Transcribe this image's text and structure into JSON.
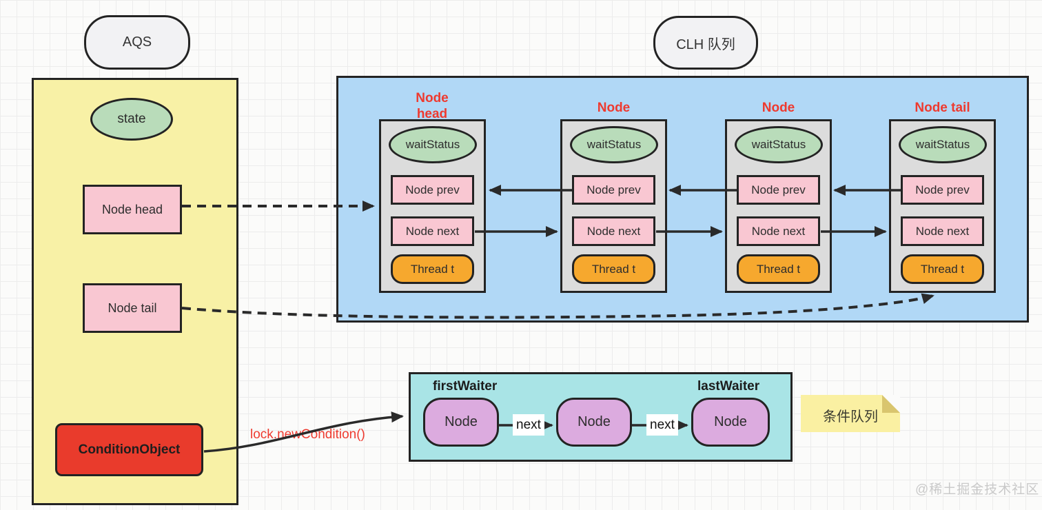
{
  "aqs": {
    "title": "AQS",
    "state_label": "state",
    "head_label": "Node head",
    "tail_label": "Node tail",
    "condition_label": "ConditionObject"
  },
  "clh": {
    "title": "CLH 队列",
    "cards": [
      {
        "label": "Node head",
        "wait_status": "waitStatus",
        "prev": "Node prev",
        "next": "Node next",
        "thread": "Thread t"
      },
      {
        "label": "Node",
        "wait_status": "waitStatus",
        "prev": "Node prev",
        "next": "Node next",
        "thread": "Thread t"
      },
      {
        "label": "Node",
        "wait_status": "waitStatus",
        "prev": "Node prev",
        "next": "Node next",
        "thread": "Thread t"
      },
      {
        "label": "Node tail",
        "wait_status": "waitStatus",
        "prev": "Node prev",
        "next": "Node next",
        "thread": "Thread t"
      }
    ]
  },
  "condition_queue": {
    "call_label": "lock.newCondition()",
    "first_waiter": "firstWaiter",
    "last_waiter": "lastWaiter",
    "nodes": [
      "Node",
      "Node",
      "Node"
    ],
    "edge": "next",
    "note": "条件队列"
  },
  "watermark": "@稀土掘金技术社区",
  "colors": {
    "stroke": "#232323",
    "yellow": "#f8f1a6",
    "blue": "#b1d8f6",
    "cyan": "#a9e4e6",
    "card-gray": "#dcdcdc",
    "green": "#b9dcba",
    "pink": "#f9c7d2",
    "orange": "#f6a82e",
    "purple": "#dcabdf",
    "red-fill": "#e93b2c",
    "red-text": "#ee3a2f",
    "pill-fill": "#f2f2f4",
    "note-yellow": "#faf0a2",
    "note-fold": "#d9c56e",
    "watermark": "#c9c9c9"
  }
}
